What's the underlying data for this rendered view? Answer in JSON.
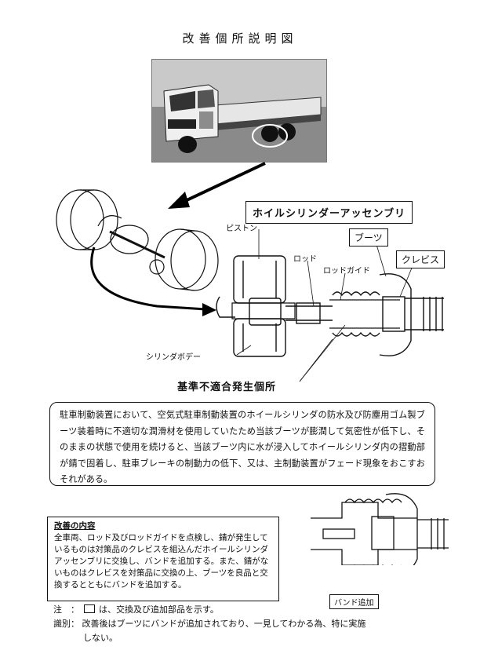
{
  "title": "改善個所説明図",
  "assembly": {
    "title": "ホイルシリンダーアッセンブリ",
    "labels": {
      "piston": "ピストン",
      "rod": "ロッド",
      "rod_guide": "ロッドガイド",
      "boots": "ブーツ",
      "clevis": "クレビス",
      "cylinder_body": "シリンダボデー"
    },
    "defect_label": "基準不適合発生個所"
  },
  "description": "駐車制動装置において、空気式駐車制動装置のホイールシリンダの防水及び防塵用ゴム製ブーツ装着時に不適切な潤滑材を使用していたため当該ブーツが膨潤して気密性が低下し、そのままの状態で使用を続けると、当該ブーツ内に水が浸入してホイールシリンダ内の摺動部が錆で固着し、駐車ブレーキの制動力の低下、又は、主制動装置がフェード現象をおこすおそれがある。",
  "improvement": {
    "title": "改善の内容",
    "body": "全車両、ロッド及びロッドガイドを点検し、錆が発生しているものは対策品のクレビスを組込んだホイールシリンダアッセンブリに交換し、バンドを追加する。また、錆がないものはクレビスを対策品に交換の上、ブーツを良品と交換するとともにバンドを追加する。"
  },
  "band_label": "バンド追加",
  "notes": {
    "note_prefix": "注　：",
    "note_text": "は、交換及び追加部品を示す。",
    "ident_prefix": "識別：",
    "ident_text": "改善後はブーツにバンドが追加されており、一見してわかる為、特に実施",
    "ident_text2": "しない。"
  }
}
